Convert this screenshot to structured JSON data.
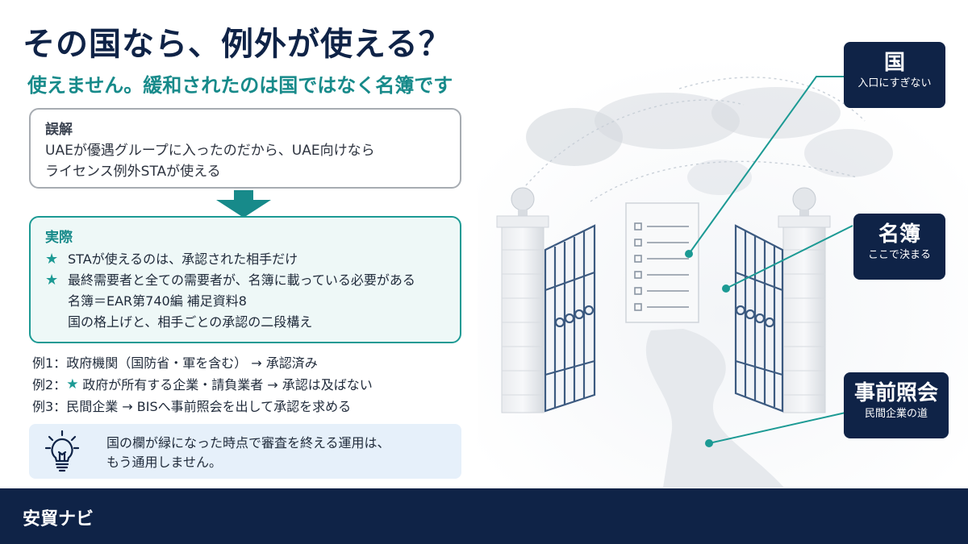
{
  "header": {
    "title": "その国なら、例外が使える？",
    "subtitle": "使えません。緩和されたのは国ではなく名簿です"
  },
  "misconception": {
    "heading": "誤解",
    "lines": [
      "UAEが優遇グループに入ったのだから、UAE向けなら",
      "ライセンス例外STAが使える"
    ]
  },
  "reality": {
    "heading": "実際",
    "bullets": [
      "STAが使えるのは、承認された相手だけ",
      "最終需要者と全ての需要者が、名簿に載っている必要がある"
    ],
    "notes": [
      "名簿＝EAR第740編 補足資料8",
      "国の格上げと、相手ごとの承認の二段構え"
    ]
  },
  "examples": [
    {
      "label": "例1：",
      "text": "政府機関（国防省・軍を含む） → 承認済み",
      "star": false
    },
    {
      "label": "例2：",
      "text": "政府が所有する企業・請負業者 → 承認は及ばない",
      "star": true
    },
    {
      "label": "例3：",
      "text": "民間企業 → BISへ事前照会を出して承認を求める",
      "star": false
    }
  ],
  "tip": {
    "icon": "lightbulb-icon",
    "lines": [
      "国の欄が緑になった時点で審査を終える運用は、",
      "もう通用しません。"
    ]
  },
  "callouts": {
    "country": {
      "main": "国",
      "sub": "入口にすぎない"
    },
    "list": {
      "main": "名簿",
      "sub": "ここで決まる"
    },
    "inquiry": {
      "main": "事前照会",
      "sub": "民間企業の道"
    }
  },
  "footer": {
    "brand": "安貿ナビ"
  },
  "colors": {
    "navy": "#0f2347",
    "teal": "#178a8a",
    "teal_border": "#1c9a94",
    "gray_border": "#a7acb2",
    "tip_bg": "#e6f0fa"
  }
}
